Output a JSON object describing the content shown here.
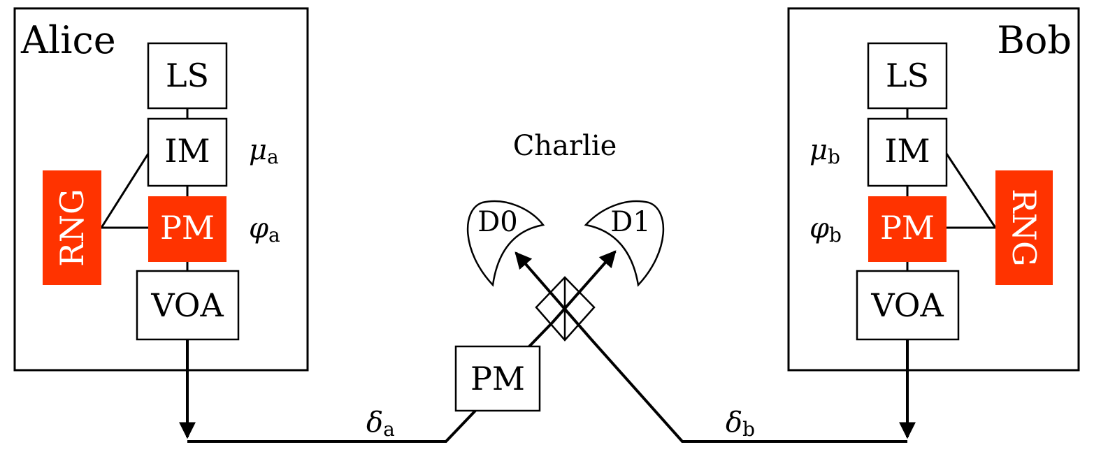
{
  "alice": {
    "label": "Alice",
    "components": {
      "ls": "LS",
      "im": "IM",
      "pm": "PM",
      "voa": "VOA",
      "rng": "RNG"
    },
    "mu_symbol": "μ",
    "mu_sub": "a",
    "phi_symbol": "φ",
    "phi_sub": "a"
  },
  "bob": {
    "label": "Bob",
    "components": {
      "ls": "LS",
      "im": "IM",
      "pm": "PM",
      "voa": "VOA",
      "rng": "RNG"
    },
    "mu_symbol": "μ",
    "mu_sub": "b",
    "phi_symbol": "φ",
    "phi_sub": "b"
  },
  "charlie": {
    "label": "Charlie",
    "detector0": "D0",
    "detector1": "D1",
    "pm": "PM"
  },
  "channels": {
    "delta_symbol": "δ",
    "delta_a_sub": "a",
    "delta_b_sub": "b"
  },
  "colors": {
    "modulator_red": "#ff3300",
    "line": "#000000",
    "background": "#ffffff"
  }
}
